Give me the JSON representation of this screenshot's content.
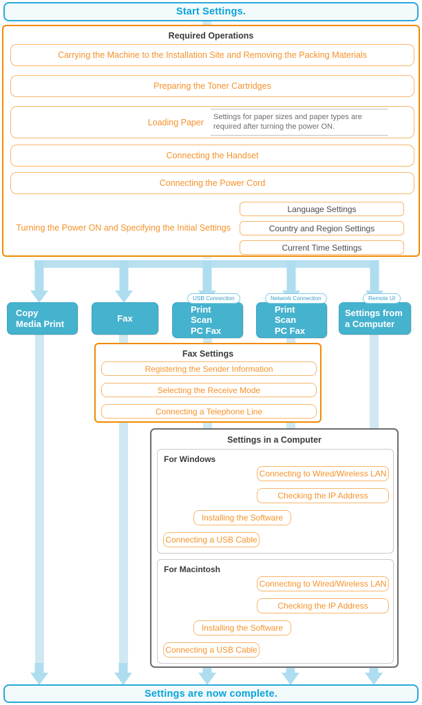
{
  "start": {
    "label": "Start Settings."
  },
  "end": {
    "label": "Settings are now complete."
  },
  "required": {
    "title": "Required Operations",
    "rows": [
      {
        "label": "Carrying the Machine to the Installation Site and Removing the Packing Materials"
      },
      {
        "label": "Preparing the Toner Cartridges"
      },
      {
        "label": "Connecting the Handset"
      },
      {
        "label": "Connecting the Power Cord"
      }
    ],
    "loading_paper": {
      "label": "Loading Paper",
      "note": "Settings for paper sizes and paper types are required after turning the power ON."
    },
    "power_on": {
      "label": "Turning the Power ON and Specifying the Initial Settings",
      "sub_items": [
        {
          "label": "Language Settings"
        },
        {
          "label": "Country and Region Settings"
        },
        {
          "label": "Current Time Settings"
        }
      ]
    }
  },
  "branches": [
    {
      "name": "copy-media-print",
      "lines": [
        "Copy",
        "Media Print"
      ],
      "badge": ""
    },
    {
      "name": "fax",
      "lines": [
        "Fax"
      ],
      "badge": ""
    },
    {
      "name": "print-scan-pcfax-usb",
      "lines": [
        "Print",
        "Scan",
        "PC Fax"
      ],
      "badge": "USB Connection"
    },
    {
      "name": "print-scan-pcfax-network",
      "lines": [
        "Print",
        "Scan",
        "PC Fax"
      ],
      "badge": "Network Connection"
    },
    {
      "name": "settings-from-a-computer",
      "lines": [
        "Settings from",
        "a Computer"
      ],
      "badge": "Remote UI"
    }
  ],
  "fax_settings": {
    "title": "Fax Settings",
    "rows": [
      {
        "label": "Registering the Sender Information"
      },
      {
        "label": "Selecting the Receive Mode"
      },
      {
        "label": "Connecting a Telephone Line"
      }
    ]
  },
  "computer_settings": {
    "title": "Settings in a Computer",
    "groups": [
      {
        "title": "For Windows",
        "steps": [
          {
            "label": "Connecting to Wired/Wireless LAN"
          },
          {
            "label": "Checking the IP Address"
          },
          {
            "label": "Installing the Software"
          },
          {
            "label": "Connecting a USB Cable"
          }
        ]
      },
      {
        "title": "For Macintosh",
        "steps": [
          {
            "label": "Connecting to Wired/Wireless LAN"
          },
          {
            "label": "Checking the IP Address"
          },
          {
            "label": "Installing the Software"
          },
          {
            "label": "Connecting a USB Cable"
          }
        ]
      }
    ]
  },
  "colors": {
    "accent_blue": "#0aa3d9",
    "accent_orange": "#f5922a",
    "panel_orange_border": "#f08a00",
    "teal_box": "#45b2ce",
    "connector_blue": "#aeddef",
    "panel_gray_border": "#6b6b6b"
  }
}
